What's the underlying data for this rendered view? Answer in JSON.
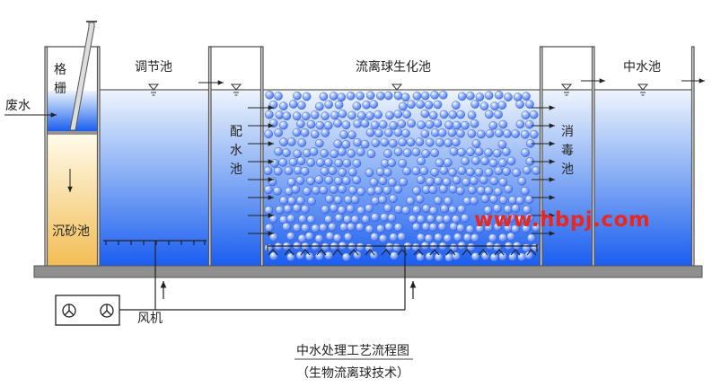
{
  "labels": {
    "grille": "格栅",
    "waste_water": "废水",
    "grit_chamber": "沉砂池",
    "regulating_tank": "调节池",
    "distribution_tank": "配水池",
    "biochem_tank": "流离球生化池",
    "disinfection_tank": "消毒池",
    "reclaimed_tank": "中水池",
    "blower": "风机"
  },
  "watermark": "www.hbpj.com",
  "caption": {
    "title": "中水处理工艺流程图",
    "subtitle": "（生物流离球技术）"
  },
  "colors": {
    "water_top": "#eef4fd",
    "water_bottom": "#1a5df0",
    "sand_top": "#fffbea",
    "sand_bottom": "#f2bd55",
    "ball": "#3b6be6",
    "base": "#8f8f8f",
    "watermark": "#e8281f"
  }
}
